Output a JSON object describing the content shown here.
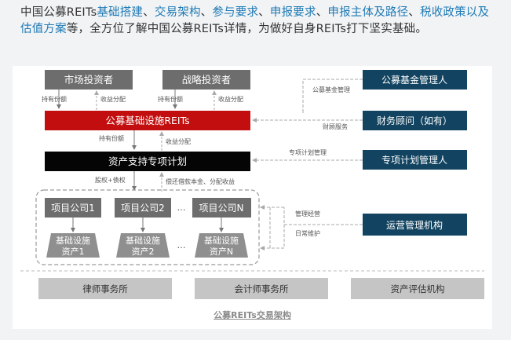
{
  "intro": {
    "t1": "中国公募REITs",
    "k1": "基础搭建",
    "s1": "、",
    "k2": "交易架构",
    "s2": "、",
    "k3": "参与要求",
    "s3": "、",
    "k4": "申报要求",
    "s4": "、",
    "k5": "申报主体及路径",
    "s5": "、",
    "k6": "税收政策以及估值方案",
    "t2": "等，全方位了解中国公募REITs详情，为做好自身REITs打下坚实基础。"
  },
  "diagram": {
    "market_investor": "市场投资者",
    "strategic_investor": "战略投资者",
    "holding_share": "持有份额",
    "income_distribution": "收益分配",
    "reit_fund": "公募基础设施REITs",
    "abs_plan": "资产支持专项计划",
    "equity_debt": "股权+债权",
    "repay_principal": "偿还借款本金、分配收益",
    "project_companies": [
      "项目公司1",
      "项目公司2",
      "项目公司N"
    ],
    "infra_assets": [
      [
        "基础设施",
        "资产1"
      ],
      [
        "基础设施",
        "资产2"
      ],
      [
        "基础设施",
        "资产N"
      ]
    ],
    "ellipsis": "…",
    "fund_manager": "公募基金管理人",
    "fund_management": "公募基金管理",
    "financial_advisor": "财务顾问（如有）",
    "financial_services": "财顾服务",
    "plan_manager": "专项计划管理人",
    "plan_management": "专项计划管理",
    "operator": "运营管理机构",
    "management_operation": "管理经营",
    "daily_maintenance": "日常维护",
    "law_firm": "律师事务所",
    "accounting_firm": "会计师事务所",
    "appraisal_agency": "资产评估机构"
  },
  "caption": "公募REITs交易架构",
  "colors": {
    "link_blue": "#1e7ab5",
    "gray_box": "#6d6d6d",
    "red_box": "#c20e0e",
    "black_box": "#050505",
    "navy_box": "#124461",
    "light_gray_box": "#c5c5c5"
  }
}
